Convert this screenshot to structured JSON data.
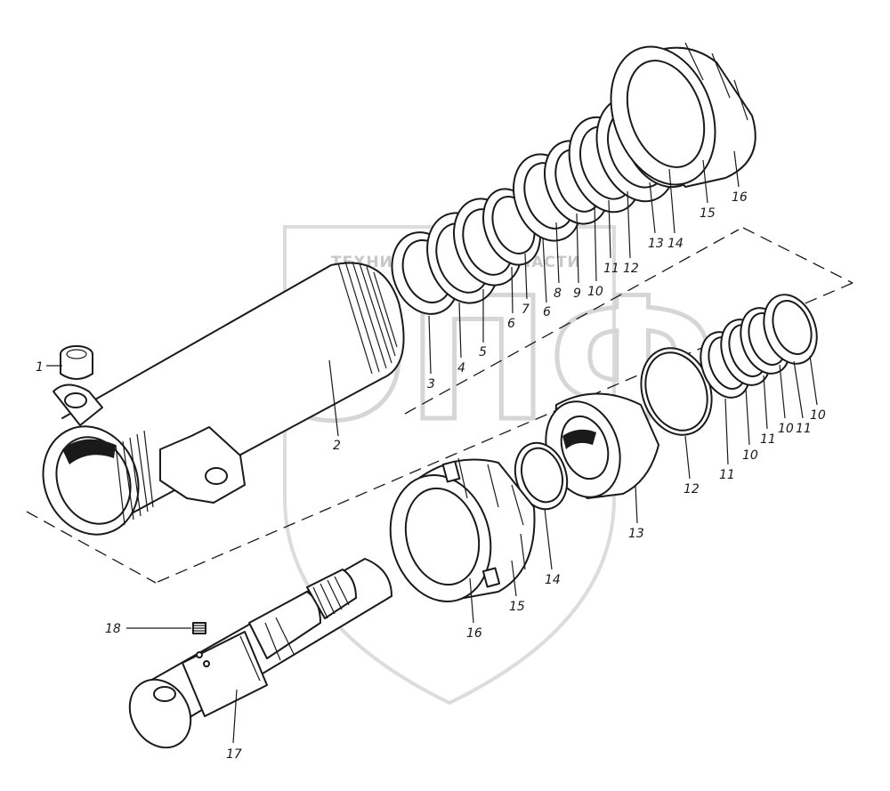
{
  "watermark": {
    "brand_left": "ТЕХНИКА",
    "brand_right": "ЗАПЧАСТИ",
    "logo": "ЭПФ"
  },
  "callouts": [
    {
      "label": "1"
    },
    {
      "label": "2"
    },
    {
      "label": "3"
    },
    {
      "label": "4"
    },
    {
      "label": "5"
    },
    {
      "label": "6"
    },
    {
      "label": "7"
    },
    {
      "label": "6"
    },
    {
      "label": "8"
    },
    {
      "label": "9"
    },
    {
      "label": "10"
    },
    {
      "label": "11"
    },
    {
      "label": "12"
    },
    {
      "label": "13"
    },
    {
      "label": "14"
    },
    {
      "label": "15"
    },
    {
      "label": "16"
    },
    {
      "label": "12"
    },
    {
      "label": "11"
    },
    {
      "label": "10"
    },
    {
      "label": "11"
    },
    {
      "label": "10"
    },
    {
      "label": "11"
    },
    {
      "label": "10"
    },
    {
      "label": "13"
    },
    {
      "label": "14"
    },
    {
      "label": "15"
    },
    {
      "label": "16"
    },
    {
      "label": "18"
    },
    {
      "label": "17"
    }
  ]
}
